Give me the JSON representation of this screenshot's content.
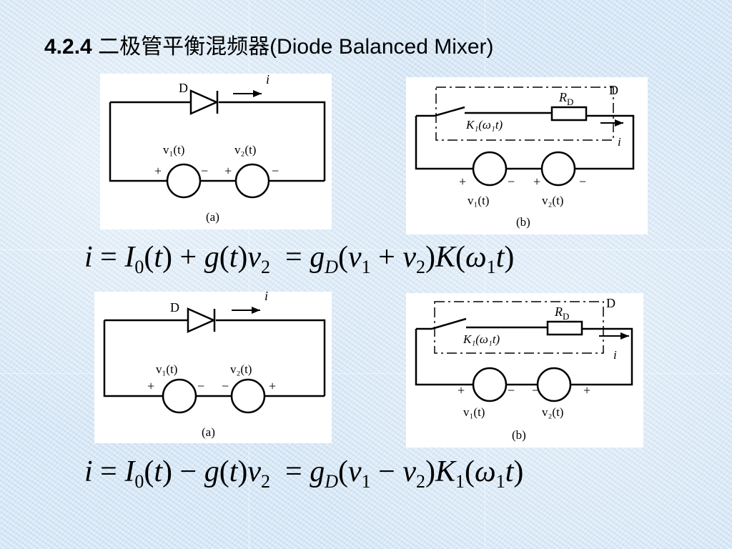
{
  "title": {
    "number": "4.2.4",
    "text": " 二极管平衡混频器(Diode Balanced Mixer)"
  },
  "figures": {
    "top_a": {
      "diode": "D",
      "current": "i",
      "src1": "v₁(t)",
      "src2": "v₂(t)",
      "caption": "(a)"
    },
    "top_b": {
      "resistor": "R_D",
      "diode": "D",
      "switch": "K₁(ω₁t)",
      "current": "i",
      "src1": "v₁(t)",
      "src2": "v₂(t)",
      "caption": "(b)"
    },
    "bot_a": {
      "diode": "D",
      "current": "i",
      "src1": "v₁(t)",
      "src2": "v₂(t)",
      "caption": "(a)"
    },
    "bot_b": {
      "resistor": "R_D",
      "diode": "D",
      "switch": "K₁(ω₁t)",
      "current": "i",
      "src1": "v₁(t)",
      "src2": "v₂(t)",
      "caption": "(b)"
    }
  },
  "equations": {
    "eq1": "i = I0(t) + g(t)v2 = gD(v1 + v2)K(ω1t)",
    "eq2": "i = I0(t) − g(t)v2 = gD(v1 − v2)K1(ω1t)"
  }
}
